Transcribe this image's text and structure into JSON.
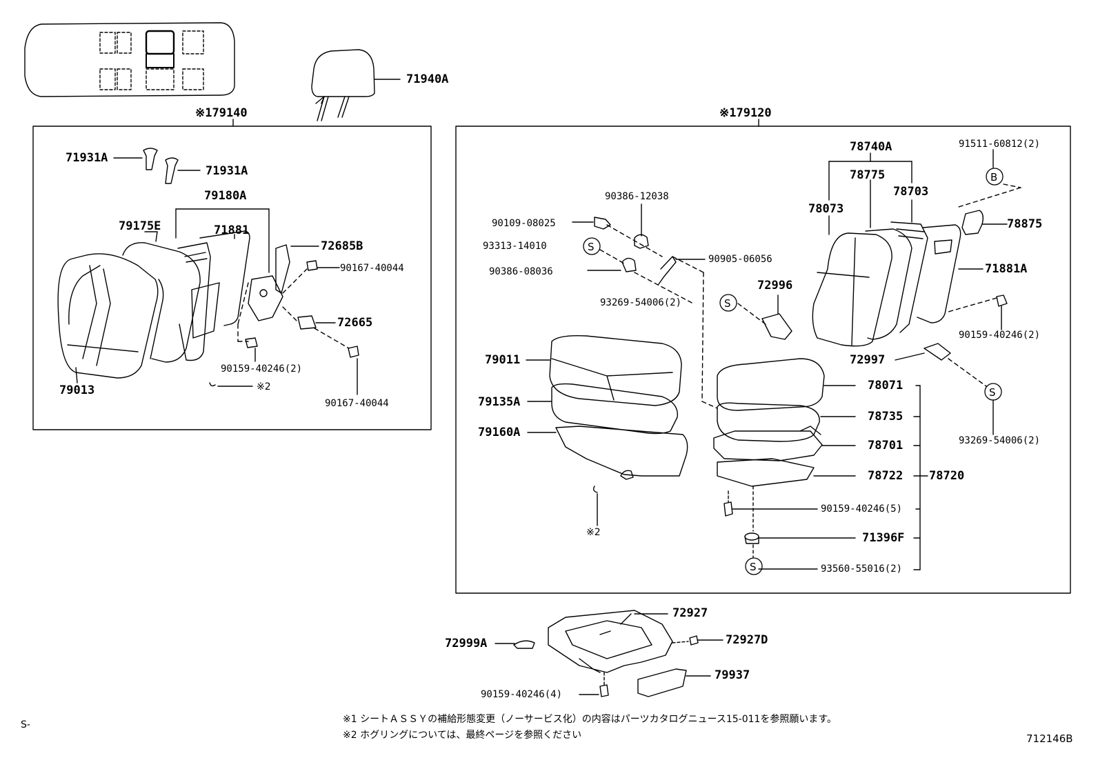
{
  "assemblies": {
    "left_assy": "※179140",
    "right_assy": "※179120"
  },
  "parts": {
    "headrest": "71940A",
    "l_71931A_a": "71931A",
    "l_71931A_b": "71931A",
    "l_79180A": "79180A",
    "l_79175E": "79175E",
    "l_71881": "71881",
    "l_72685B": "72685B",
    "l_90167_a": "90167-40044",
    "l_72665": "72665",
    "l_90159_2": "90159-40246(2)",
    "l_ring2": "※2",
    "l_79013": "79013",
    "l_90167_b": "90167-40044",
    "r_78740A": "78740A",
    "r_91511": "91511-60812(2)",
    "r_78775": "78775",
    "r_78703": "78703",
    "r_78073": "78073",
    "r_78875": "78875",
    "r_71881A": "71881A",
    "r_90159_2": "90159-40246(2)",
    "r_72997": "72997",
    "r_93269_right": "93269-54006(2)",
    "r_90386_12038": "90386-12038",
    "r_90109": "90109-08025",
    "r_93313": "93313-14010",
    "r_90386_08036": "90386-08036",
    "r_90905": "90905-06056",
    "r_72996": "72996",
    "r_93269_left": "93269-54006(2)",
    "r_79011": "79011",
    "r_79135A": "79135A",
    "r_79160A": "79160A",
    "r_ring2": "※2",
    "r_78071": "78071",
    "r_78735": "78735",
    "r_78701": "78701",
    "r_78722": "78722",
    "r_78720": "78720",
    "r_90159_5": "90159-40246(5)",
    "r_71396F": "71396F",
    "r_93560": "93560-55016(2)",
    "b_72927": "72927",
    "b_72999A": "72999A",
    "b_72927D": "72927D",
    "b_79937": "79937",
    "b_90159_4": "90159-40246(4)"
  },
  "symbols": {
    "s": "S",
    "b": "B"
  },
  "notes": {
    "note1": "※1 シートＡＳＳＹの補給形態変更（ノーサービス化）の内容はパーツカタログニュース15-011を参照願います。",
    "note2": "※2 ホグリングについては、最終ページを参照ください"
  },
  "footer": {
    "left_mark": "S-",
    "diagram_id": "712146B"
  }
}
